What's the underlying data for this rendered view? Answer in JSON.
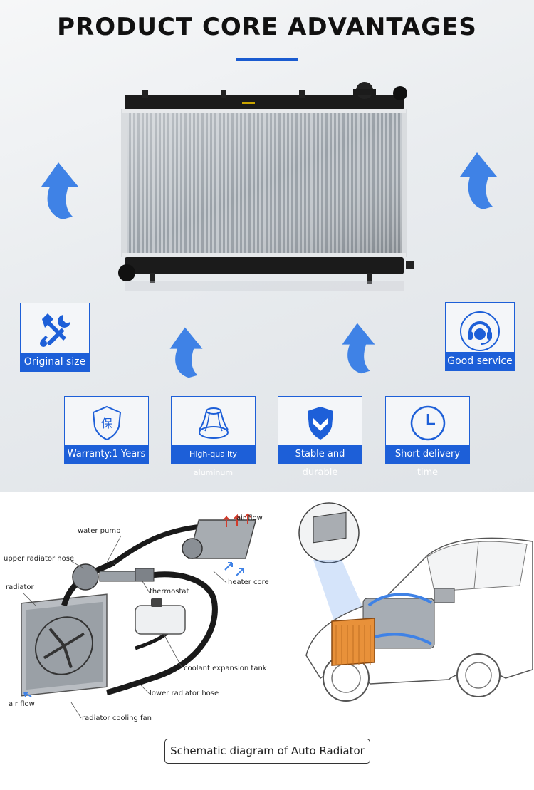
{
  "header": {
    "title": "PRODUCT CORE ADVANTAGES"
  },
  "colors": {
    "accent": "#1d5fd8",
    "arrow": "#3f82e6",
    "radiator_orange": "#e8913a"
  },
  "features_top": [
    {
      "label": "Original size",
      "icon": "tools-icon"
    },
    {
      "label": "Good service",
      "icon": "headset-icon"
    }
  ],
  "features_bottom": [
    {
      "label": "Warranty:1 Years",
      "icon": "warranty-shield-icon",
      "icon_text": "保"
    },
    {
      "label": "High-quality aluminum",
      "icon": "aluminum-tube-icon"
    },
    {
      "label": "Stable and durable",
      "icon": "chevron-shield-icon"
    },
    {
      "label": "Short delivery time",
      "icon": "clock-icon"
    }
  ],
  "diagram": {
    "labels": {
      "air_flow_top": "air flow",
      "water_pump": "water pump",
      "upper_hose": "upper radiator hose",
      "radiator": "radiator",
      "thermostat": "thermostat",
      "heater_core": "heater core",
      "coolant_tank": "coolant expansion tank",
      "lower_hose": "lower radiator hose",
      "air_flow_bottom": "air flow",
      "cooling_fan": "radiator cooling fan"
    }
  },
  "caption": "Schematic diagram of Auto Radiator"
}
